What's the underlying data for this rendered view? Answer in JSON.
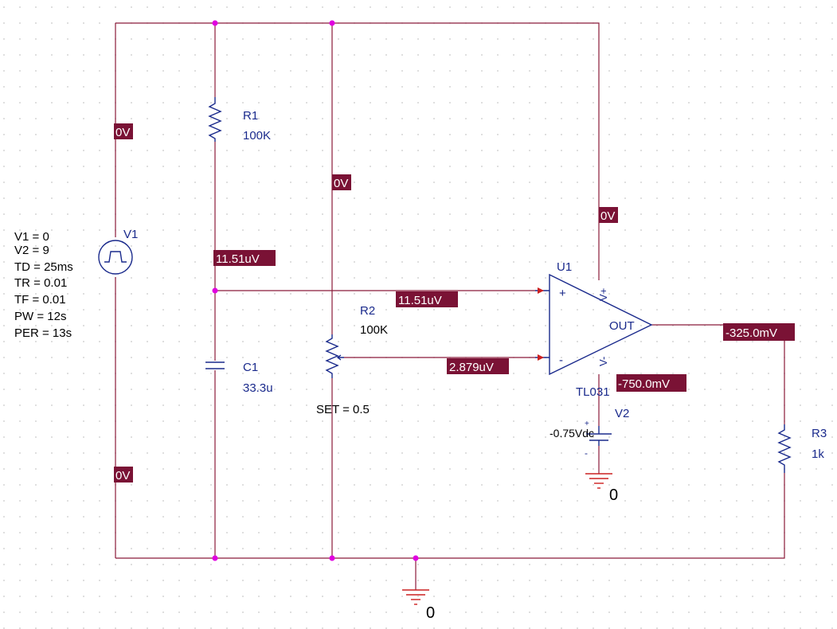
{
  "colors": {
    "wire": "#8b1a3a",
    "component": "#1a2a8c",
    "voltage_tag_bg": "#7a1235",
    "voltage_tag_text": "#ffffff",
    "junction": "#e000e0",
    "ground": "#cc2020",
    "grid_dot": "#c8c8c8"
  },
  "components": {
    "v1": {
      "ref": "V1",
      "params": [
        "V1 = 0",
        "V2 = 9",
        "TD = 25ms",
        "TR = 0.01",
        "TF = 0.01",
        "PW = 12s",
        "PER = 13s"
      ]
    },
    "r1": {
      "ref": "R1",
      "value": "100K"
    },
    "c1": {
      "ref": "C1",
      "value": "33.3u"
    },
    "r2": {
      "ref": "R2",
      "value": "100K",
      "set": "SET = 0.5"
    },
    "u1": {
      "ref": "U1",
      "model": "TL031",
      "plus": "+",
      "minus": "-",
      "vplus": "V+",
      "vminus": "V-",
      "out": "OUT"
    },
    "v2": {
      "ref": "V2",
      "value": "-0.75Vdc",
      "plus": "+",
      "minus": "-"
    },
    "r3": {
      "ref": "R3",
      "value": "1k"
    }
  },
  "grounds": {
    "main": "0",
    "v2": "0"
  },
  "voltage_tags": [
    {
      "id": "v1_top",
      "text": "0V"
    },
    {
      "id": "v1_bottom",
      "text": "0V"
    },
    {
      "id": "r2_top",
      "text": "0V"
    },
    {
      "id": "u1_vplus",
      "text": "0V"
    },
    {
      "id": "rc_node",
      "text": "11.51uV"
    },
    {
      "id": "u1_in_plus",
      "text": "11.51uV"
    },
    {
      "id": "u1_in_minus",
      "text": "2.879uV"
    },
    {
      "id": "u1_out",
      "text": "-325.0mV"
    },
    {
      "id": "u1_vminus",
      "text": "-750.0mV"
    }
  ]
}
